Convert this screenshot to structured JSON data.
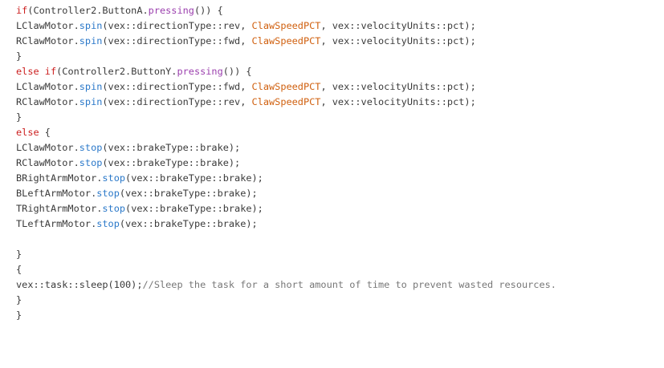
{
  "colors": {
    "keyword": "#cc1f1f",
    "method": "#2a78c9",
    "special_method": "#9b3fae",
    "variable": "#d0600f",
    "comment": "#777777",
    "plain": "#3a3a3a",
    "background": "#ffffff"
  },
  "code_lines": [
    [
      [
        "keyword",
        "if"
      ],
      [
        "plain",
        "(Controller2.ButtonA."
      ],
      [
        "special_method",
        "pressing"
      ],
      [
        "plain",
        "()) {"
      ]
    ],
    [
      [
        "plain",
        "LClawMotor."
      ],
      [
        "method",
        "spin"
      ],
      [
        "plain",
        "(vex::directionType::rev, "
      ],
      [
        "variable",
        "ClawSpeedPCT"
      ],
      [
        "plain",
        ", vex::velocityUnits::pct);"
      ]
    ],
    [
      [
        "plain",
        "RClawMotor."
      ],
      [
        "method",
        "spin"
      ],
      [
        "plain",
        "(vex::directionType::fwd, "
      ],
      [
        "variable",
        "ClawSpeedPCT"
      ],
      [
        "plain",
        ", vex::velocityUnits::pct);"
      ]
    ],
    [
      [
        "plain",
        "}"
      ]
    ],
    [
      [
        "keyword",
        "else if"
      ],
      [
        "plain",
        "(Controller2.ButtonY."
      ],
      [
        "special_method",
        "pressing"
      ],
      [
        "plain",
        "()) {"
      ]
    ],
    [
      [
        "plain",
        "LClawMotor."
      ],
      [
        "method",
        "spin"
      ],
      [
        "plain",
        "(vex::directionType::fwd, "
      ],
      [
        "variable",
        "ClawSpeedPCT"
      ],
      [
        "plain",
        ", vex::velocityUnits::pct);"
      ]
    ],
    [
      [
        "plain",
        "RClawMotor."
      ],
      [
        "method",
        "spin"
      ],
      [
        "plain",
        "(vex::directionType::rev, "
      ],
      [
        "variable",
        "ClawSpeedPCT"
      ],
      [
        "plain",
        ", vex::velocityUnits::pct);"
      ]
    ],
    [
      [
        "plain",
        "}"
      ]
    ],
    [
      [
        "keyword",
        "else"
      ],
      [
        "plain",
        " {"
      ]
    ],
    [
      [
        "plain",
        "LClawMotor."
      ],
      [
        "method",
        "stop"
      ],
      [
        "plain",
        "(vex::brakeType::brake);"
      ]
    ],
    [
      [
        "plain",
        "RClawMotor."
      ],
      [
        "method",
        "stop"
      ],
      [
        "plain",
        "(vex::brakeType::brake);"
      ]
    ],
    [
      [
        "plain",
        "BRightArmMotor."
      ],
      [
        "method",
        "stop"
      ],
      [
        "plain",
        "(vex::brakeType::brake);"
      ]
    ],
    [
      [
        "plain",
        "BLeftArmMotor."
      ],
      [
        "method",
        "stop"
      ],
      [
        "plain",
        "(vex::brakeType::brake);"
      ]
    ],
    [
      [
        "plain",
        "TRightArmMotor."
      ],
      [
        "method",
        "stop"
      ],
      [
        "plain",
        "(vex::brakeType::brake);"
      ]
    ],
    [
      [
        "plain",
        "TLeftArmMotor."
      ],
      [
        "method",
        "stop"
      ],
      [
        "plain",
        "(vex::brakeType::brake);"
      ]
    ],
    [],
    [
      [
        "plain",
        "}"
      ]
    ],
    [
      [
        "plain",
        "{"
      ]
    ],
    [
      [
        "plain",
        "vex::task::sleep(100);"
      ],
      [
        "comment",
        "//Sleep the task for a short amount of time to prevent wasted resources."
      ]
    ],
    [
      [
        "plain",
        "}"
      ]
    ],
    [
      [
        "plain",
        "}"
      ]
    ]
  ]
}
